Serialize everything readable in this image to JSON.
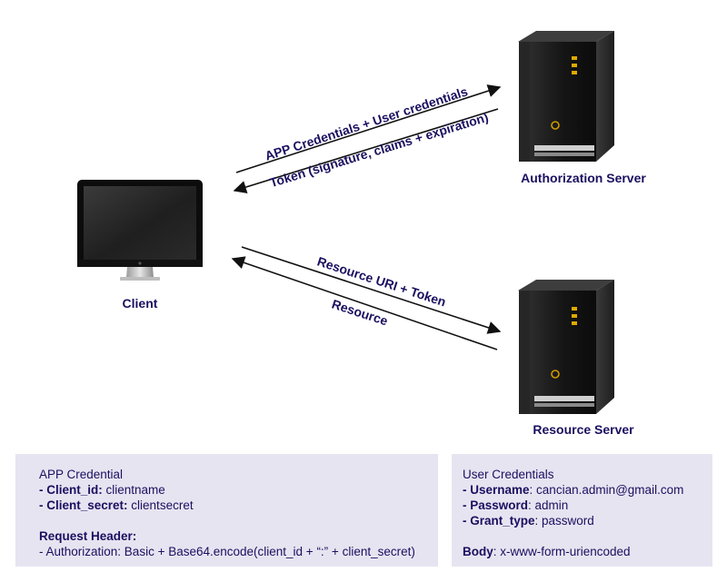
{
  "nodes": {
    "client": "Client",
    "auth_server": "Authorization Server",
    "resource_server": "Resource Server"
  },
  "arrows": {
    "app_user_credentials": "APP Credentials + User credentials",
    "token": "Token (signature, claims + expiration)",
    "resource_uri_token": "Resource URI + Token",
    "resource": "Resource"
  },
  "left_panel": {
    "title": "APP Credential",
    "client_id_key": "- Client_id:",
    "client_id_val": " clientname",
    "client_secret_key": "- Client_secret:",
    "client_secret_val": " clientsecret",
    "header_title": "Request Header:",
    "authorization_line": "- Authorization: Basic + Base64.encode(client_id + “:” + client_secret)"
  },
  "right_panel": {
    "title": "User Credentials",
    "username_key": "- Username",
    "username_val": ": cancian.admin@gmail.com",
    "password_key": "- Password",
    "password_val": ": admin",
    "grant_type_key": "- Grant_type",
    "grant_type_val": ": password",
    "body_key": "Body",
    "body_val": ": x-www-form-uriencoded"
  },
  "colors": {
    "text": "#1a1060",
    "panel_bg": "#e7e4f1",
    "arrow": "#111111",
    "server_body": "#1b1b1b",
    "server_led": "#e0a800"
  }
}
